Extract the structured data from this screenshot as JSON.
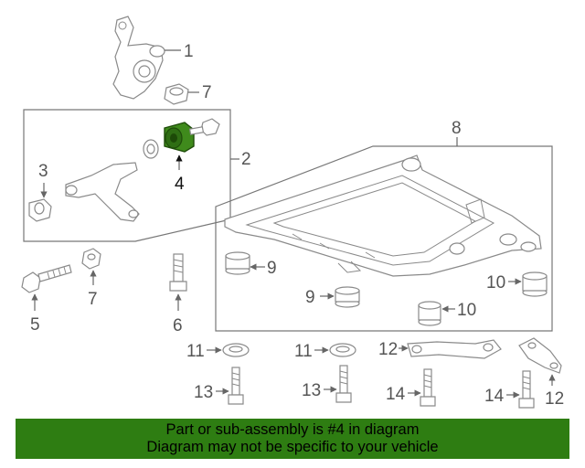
{
  "diagram": {
    "callouts": {
      "c1": "1",
      "c2": "2",
      "c3": "3",
      "c4": "4",
      "c5": "5",
      "c6": "6",
      "c7a": "7",
      "c7b": "7",
      "c8": "8",
      "c9a": "9",
      "c9b": "9",
      "c10a": "10",
      "c10b": "10",
      "c11a": "11",
      "c11b": "11",
      "c12a": "12",
      "c12b": "12",
      "c13a": "13",
      "c13b": "13",
      "c14a": "14",
      "c14b": "14"
    },
    "highlight_color": "#2e7d12"
  },
  "banner": {
    "line1": "Part or sub-assembly is #4 in diagram",
    "line2": "Diagram may not be specific to your vehicle",
    "background": "#2e7d12"
  }
}
